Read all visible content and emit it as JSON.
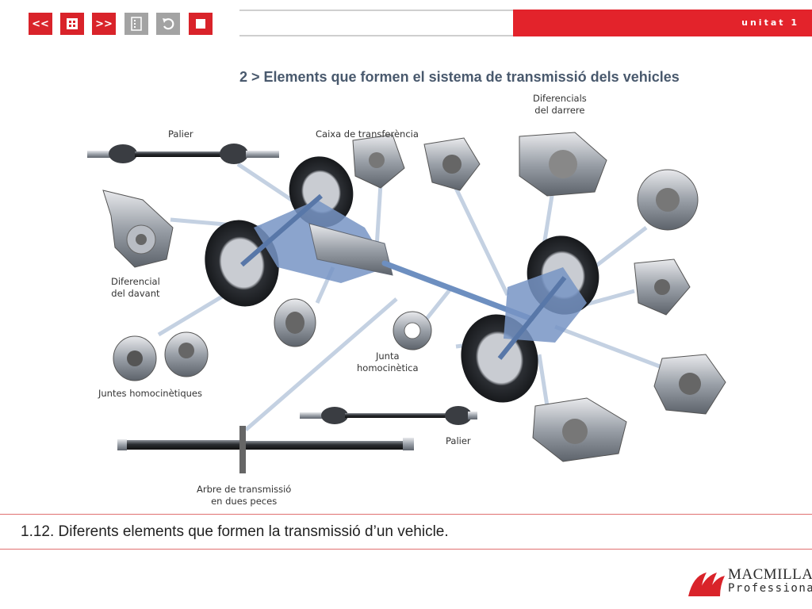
{
  "nav": {
    "prev_label": "<<",
    "next_label": ">>",
    "unit_label": "unitat 1"
  },
  "slide": {
    "title": "2 > Elements que formen el sistema de transmissió dels vehicles",
    "caption": "1.12. Diferents elements que formen la transmissió d’un vehicle."
  },
  "diagram_labels": {
    "palier_top": "Palier",
    "caixa_transferencia": "Caixa de transferència",
    "diferencials_darrere": [
      "Diferencials",
      "del darrere"
    ],
    "diferencial_davant": [
      "Diferencial",
      "del davant"
    ],
    "juntes_homocinetiques": "Juntes homocinètiques",
    "junta_homocinetica": [
      "Junta",
      "homocinètica"
    ],
    "palier_bottom": "Palier",
    "arbre_transmissio": [
      "Arbre de transmissió",
      "en dues peces"
    ]
  },
  "logo": {
    "name": "MACMILLAN",
    "sub": "Professional"
  },
  "colors": {
    "accent_red": "#d9232a",
    "nav_grey": "#a3a3a3",
    "title_slate": "#49596d",
    "drivetrain_blue": "#6d8fc0"
  }
}
